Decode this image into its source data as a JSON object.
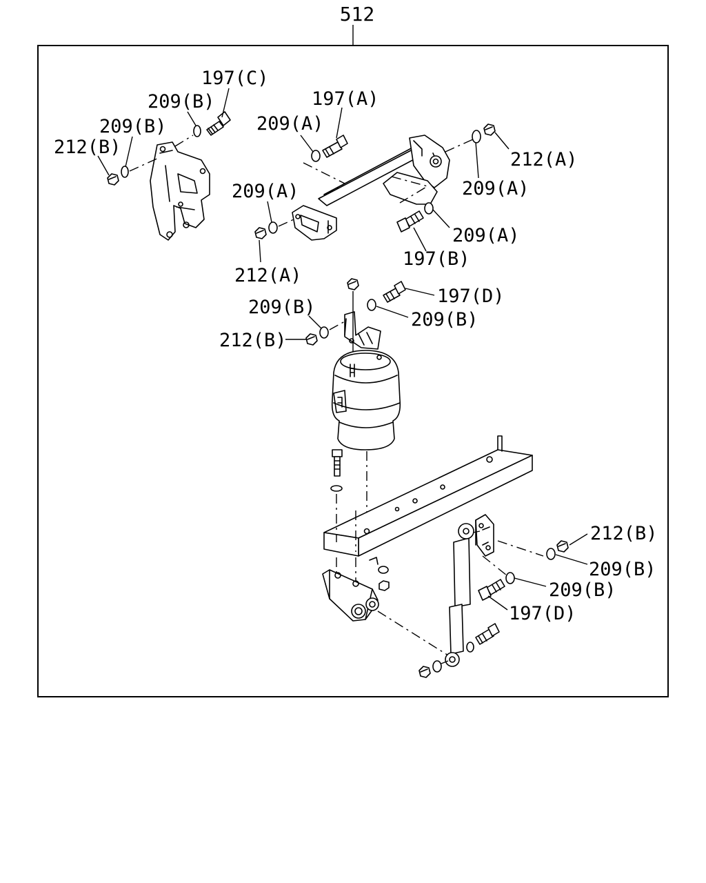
{
  "diagram": {
    "assembly_number": "512",
    "labels": [
      {
        "id": "l01",
        "text": "197(C)"
      },
      {
        "id": "l02",
        "text": "209(B)"
      },
      {
        "id": "l03",
        "text": "209(B)"
      },
      {
        "id": "l04",
        "text": "212(B)"
      },
      {
        "id": "l05",
        "text": "197(A)"
      },
      {
        "id": "l06",
        "text": "209(A)"
      },
      {
        "id": "l07",
        "text": "212(A)"
      },
      {
        "id": "l08",
        "text": "209(A)"
      },
      {
        "id": "l09",
        "text": "209(A)"
      },
      {
        "id": "l10",
        "text": "209(A)"
      },
      {
        "id": "l11",
        "text": "197(B)"
      },
      {
        "id": "l12",
        "text": "212(A)"
      },
      {
        "id": "l13",
        "text": "197(D)"
      },
      {
        "id": "l14",
        "text": "209(B)"
      },
      {
        "id": "l15",
        "text": "209(B)"
      },
      {
        "id": "l16",
        "text": "212(B)"
      },
      {
        "id": "l17",
        "text": "212(B)"
      },
      {
        "id": "l18",
        "text": "209(B)"
      },
      {
        "id": "l19",
        "text": "209(B)"
      },
      {
        "id": "l20",
        "text": "197(D)"
      }
    ]
  }
}
